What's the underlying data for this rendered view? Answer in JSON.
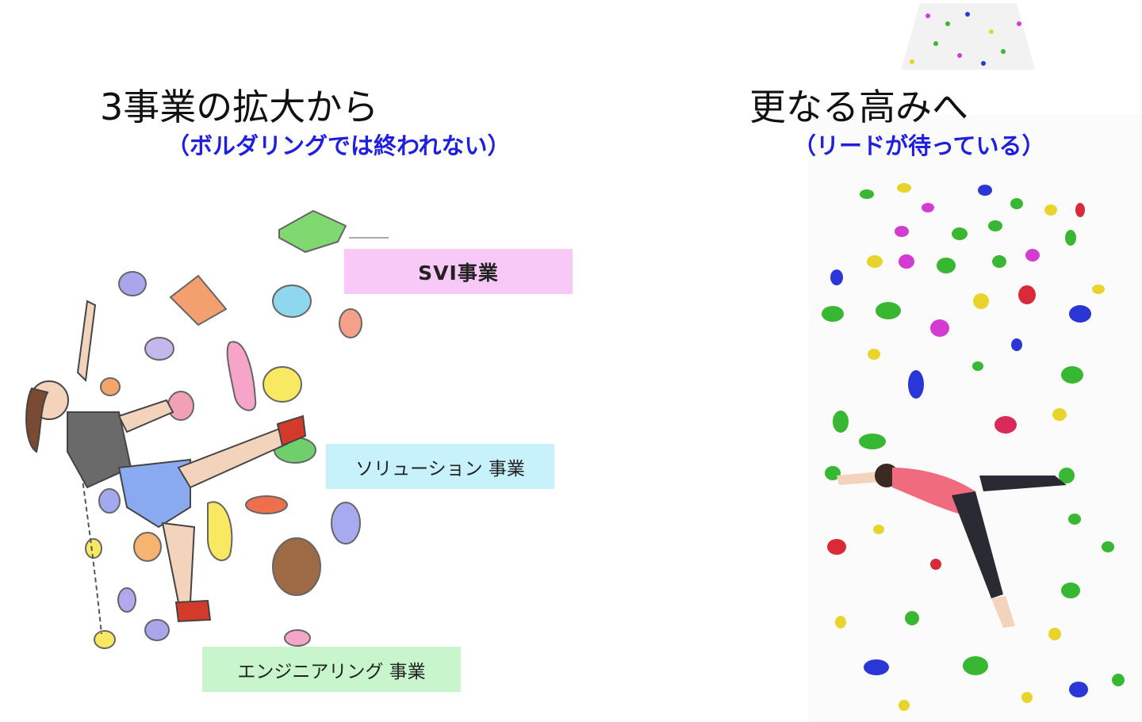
{
  "left": {
    "title": "3事業の拡大から",
    "subtitle": "（ボルダリングでは終われない）",
    "businesses": [
      {
        "label": "SVI事業",
        "color": "#f8c8f6"
      },
      {
        "label": "ソリューション 事業",
        "color": "#c8f2fb"
      },
      {
        "label": "エンジニアリング 事業",
        "color": "#c8f5cc"
      }
    ]
  },
  "right": {
    "title": "更なる高みへ",
    "subtitle": "（リードが待っている）"
  },
  "colors": {
    "subtitle": "#1f1fe0",
    "arrow_stroke": "#000000"
  }
}
